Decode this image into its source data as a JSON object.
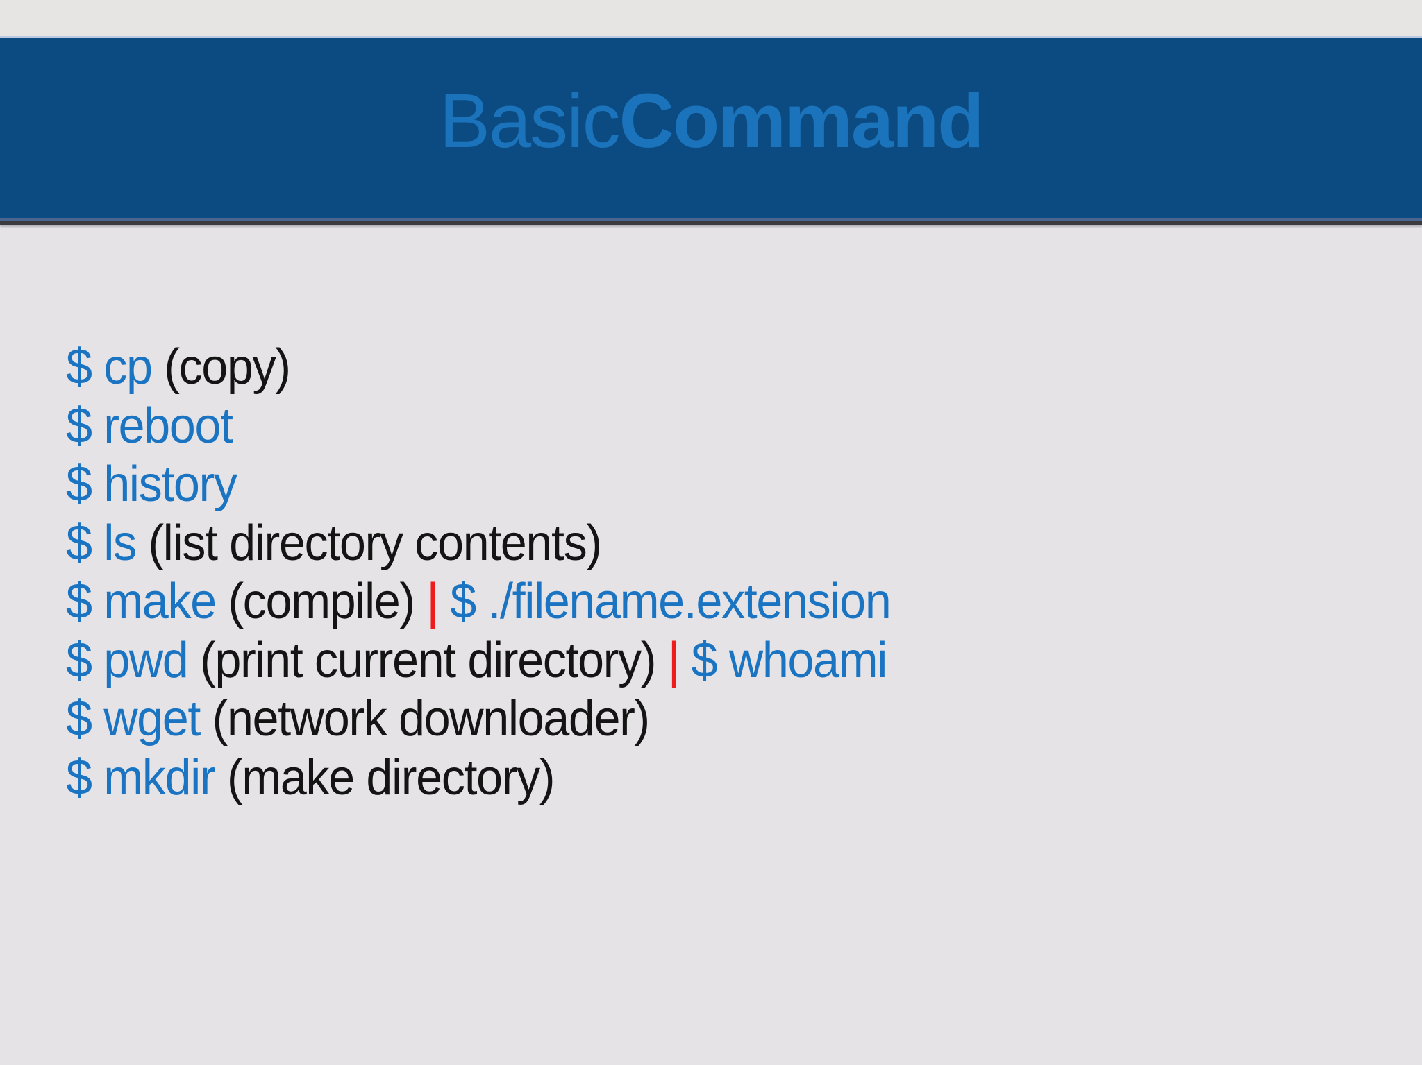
{
  "colors": {
    "top-strip": "#e6e5e4",
    "band-blue": "#0c4b81",
    "band-top-line": "#bdc9e2",
    "band-edge-slate": "#4a6590",
    "band-edge-dark": "#3c3c40",
    "title-blue": "#1b73bb",
    "body-bg": "#e5e3e6",
    "command-blue": "#1b74c2",
    "desc-black": "#141414",
    "pipe-red": "#ee1c1c"
  },
  "title": {
    "prefix": "Basic",
    "emphasis": "Command"
  },
  "commands": {
    "lines": [
      {
        "segments": [
          {
            "text": "$ cp",
            "style": "cmd"
          },
          {
            "text": " (copy)",
            "style": "desc"
          }
        ]
      },
      {
        "segments": [
          {
            "text": "$ reboot",
            "style": "cmd"
          }
        ]
      },
      {
        "segments": [
          {
            "text": "$ history",
            "style": "cmd"
          }
        ]
      },
      {
        "segments": [
          {
            "text": "$ ls",
            "style": "cmd"
          },
          {
            "text": " (list directory contents)",
            "style": "desc"
          }
        ]
      },
      {
        "segments": [
          {
            "text": "$ make",
            "style": "cmd"
          },
          {
            "text": " (compile) ",
            "style": "desc"
          },
          {
            "text": "|",
            "style": "pipe"
          },
          {
            "text": " $ ./filename.extension",
            "style": "cmd"
          }
        ]
      },
      {
        "segments": [
          {
            "text": "$ pwd",
            "style": "cmd"
          },
          {
            "text": " (print current directory) ",
            "style": "desc"
          },
          {
            "text": "|",
            "style": "pipe"
          },
          {
            "text": " $ whoami",
            "style": "cmd"
          }
        ]
      },
      {
        "segments": [
          {
            "text": "$ wget",
            "style": "cmd"
          },
          {
            "text": " (network downloader)",
            "style": "desc"
          }
        ]
      },
      {
        "segments": [
          {
            "text": "$ mkdir",
            "style": "cmd"
          },
          {
            "text": " (make directory)",
            "style": "desc"
          }
        ]
      }
    ]
  }
}
